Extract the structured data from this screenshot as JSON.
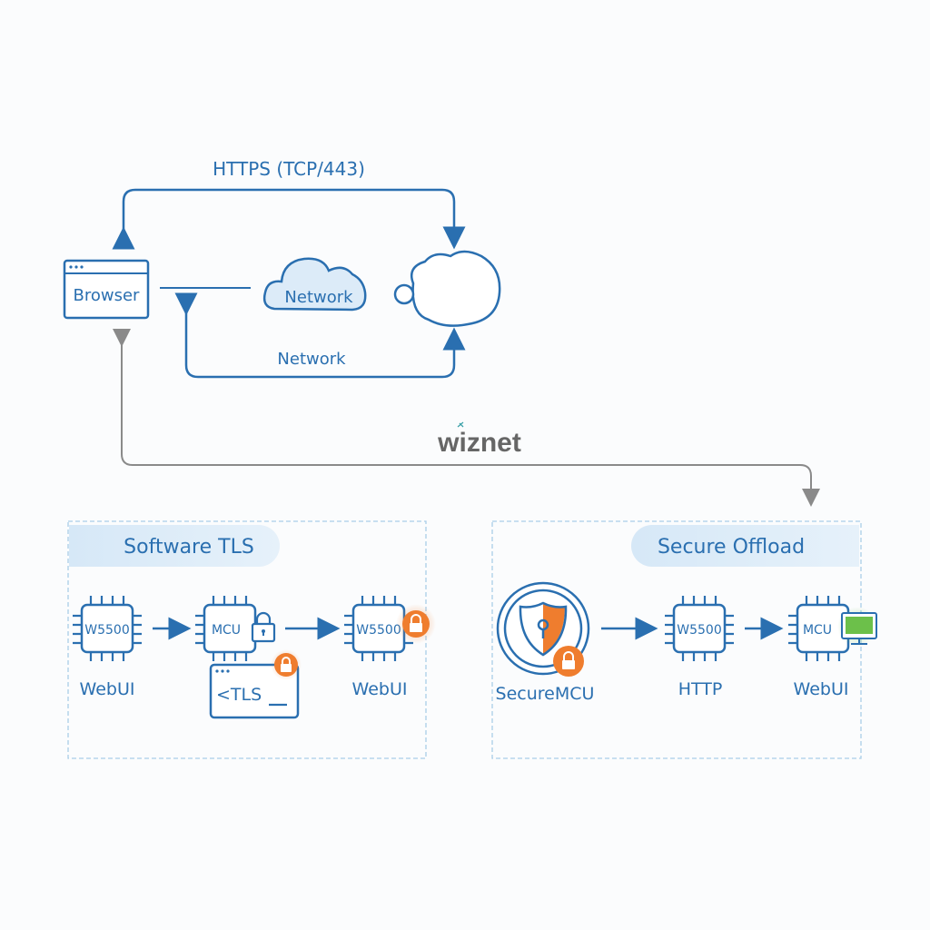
{
  "top": {
    "https_label": "HTTPS (TCP/443)",
    "browser_label": "Browser",
    "cloud_label": "Network",
    "return_label": "Network"
  },
  "logo": {
    "text": "wiznet"
  },
  "left_panel": {
    "title": "Software TLS",
    "chip1": "W5500",
    "chip1_caption": "WebUI",
    "chip2": "MCU",
    "tls_window": "<TLS",
    "chip3": "W5500",
    "chip3_caption": "WebUI"
  },
  "right_panel": {
    "title": "Secure Offload",
    "shield_caption": "SecureMCU",
    "chip1": "W5500",
    "chip1_caption": "HTTP",
    "chip2": "MCU",
    "chip2_caption": "WebUI"
  },
  "colors": {
    "primary": "#2a6fb0",
    "accent_orange": "#ef7d2e",
    "accent_green": "#6cc04a",
    "connector_gray": "#8a8a8a",
    "panel_title_bg": "#dcebf8"
  }
}
